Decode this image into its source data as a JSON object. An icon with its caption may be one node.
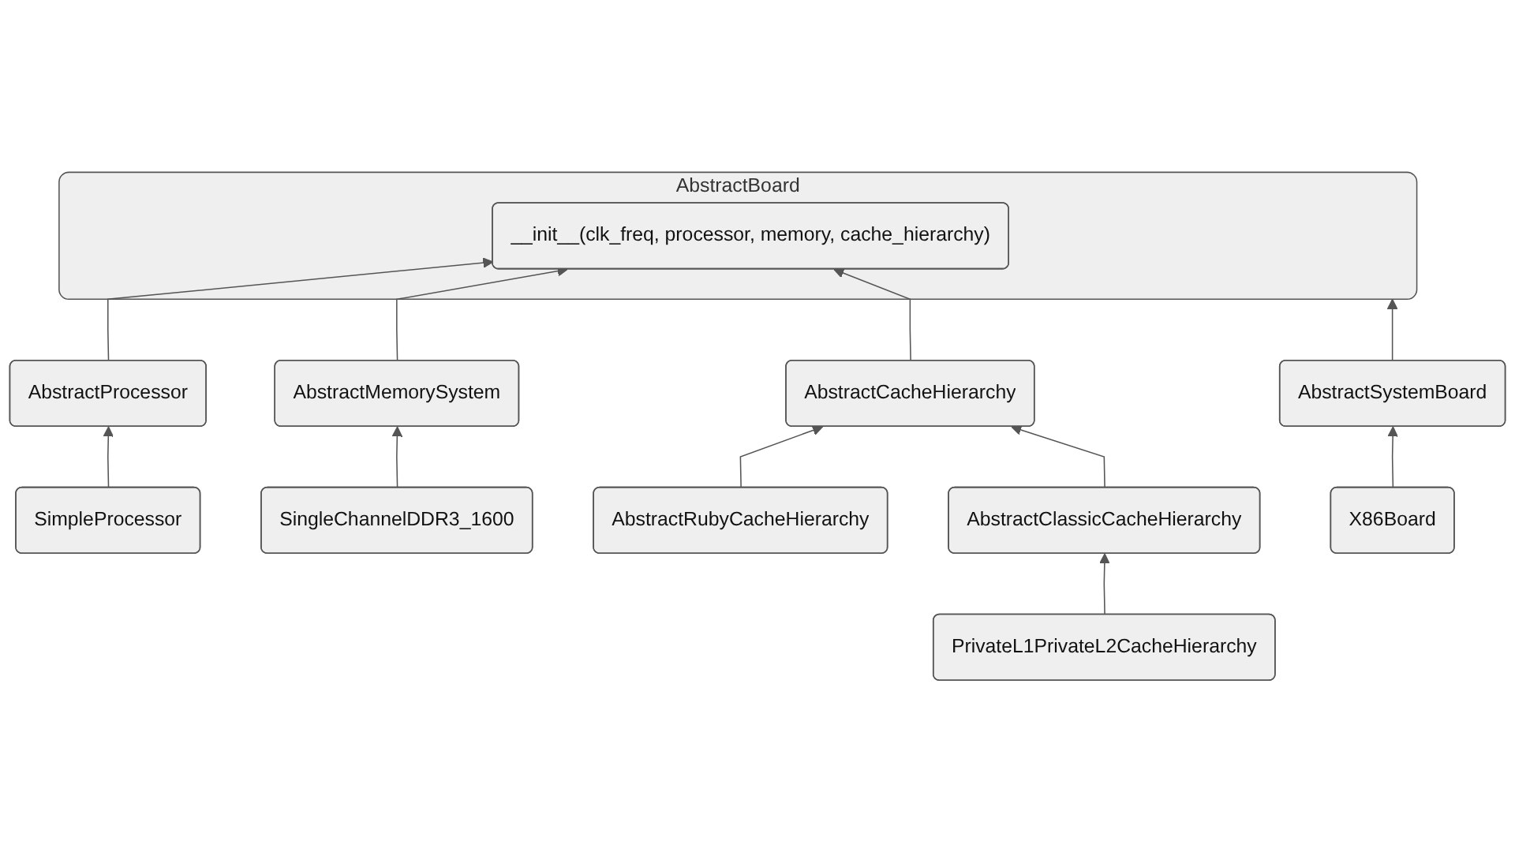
{
  "diagram": {
    "nodes": [
      {
        "text": [
          "AbstractBoard"
        ]
      },
      {
        "text": [
          "__init__(clk_freq, processor, memory, cache_hierarchy)"
        ],
        "in": 0
      },
      {
        "text": [
          "AbstractSystemBoard"
        ]
      },
      {
        "text": [
          "AbstractProcessor"
        ]
      },
      {
        "text": [
          "AbstractMemorySystem"
        ]
      },
      {
        "text": [
          "AbstractCacheHierarchy"
        ]
      },
      {
        "text": [
          "X86Board"
        ]
      },
      {
        "text": [
          "SingleChannelDDR3_1600"
        ]
      },
      {
        "text": [
          "AbstractClassicCacheHierarchy"
        ]
      },
      {
        "text": [
          "SimpleProcessor"
        ]
      },
      {
        "text": [
          "AbstractRubyCacheHierarchy"
        ]
      },
      {
        "text": [
          "PrivateL1PrivateL2CacheHierarchy"
        ]
      }
    ],
    "edges": [
      {
        "from": 2,
        "to": 0,
        "arrow": "to"
      },
      {
        "from": 3,
        "to": 1,
        "arrow": "to"
      },
      {
        "from": 4,
        "to": 1,
        "arrow": "to"
      },
      {
        "from": 5,
        "to": 1,
        "arrow": "to"
      },
      {
        "from": 6,
        "to": 2,
        "arrow": "to"
      },
      {
        "from": 7,
        "to": 4,
        "arrow": "to"
      },
      {
        "from": 9,
        "to": 3,
        "arrow": "to"
      },
      {
        "from": 10,
        "to": 5,
        "arrow": "to"
      },
      {
        "from": 8,
        "to": 5,
        "arrow": "to"
      },
      {
        "from": 11,
        "to": 8,
        "arrow": "to"
      }
    ]
  }
}
